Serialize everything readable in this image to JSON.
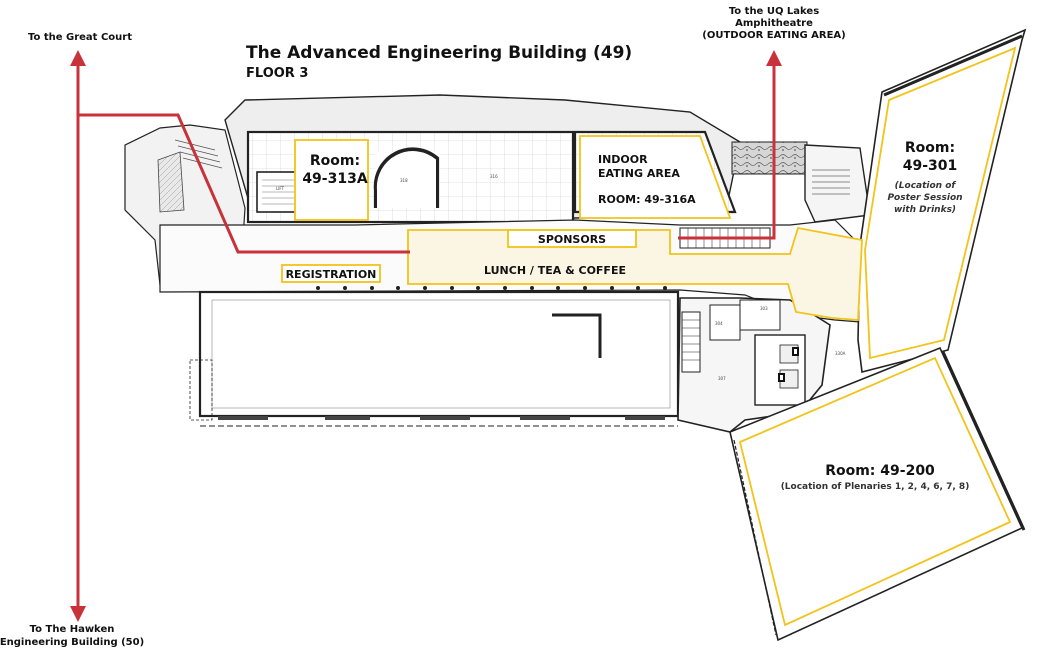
{
  "title": {
    "line1": "The Advanced Engineering Building (49)",
    "line2": "FLOOR 3"
  },
  "directions": {
    "great_court": "To the Great Court",
    "lakes_line1": "To the UQ Lakes",
    "lakes_line2": "Amphitheatre",
    "lakes_line3": "(OUTDOOR EATING AREA)",
    "hawken_line1": "To The Hawken",
    "hawken_line2": "Engineering Building (50)"
  },
  "rooms": {
    "r313a_line1": "Room:",
    "r313a_line2": "49-313A",
    "indoor_line1": "INDOOR",
    "indoor_line2": "EATING AREA",
    "indoor_line3": "ROOM: 49-316A",
    "r301_line1": "Room:",
    "r301_line2": "49-301",
    "r301_note1": "(Location of",
    "r301_note2": "Poster Session",
    "r301_note3": "with Drinks)",
    "r200_line1": "Room: 49-200",
    "r200_note": "(Location of Plenaries 1, 2, 4, 6, 7, 8)"
  },
  "areas": {
    "sponsors": "SPONSORS",
    "registration": "REGISTRATION",
    "lunch": "LUNCH / TEA & COFFEE"
  },
  "colors": {
    "highlight": "#f2c31b",
    "route": "#c8323a",
    "corridor": "#f7f1dc",
    "wall": "#222222"
  },
  "icons": [
    "north-arrow-icon",
    "down-arrow-icon",
    "toilet-icon"
  ]
}
